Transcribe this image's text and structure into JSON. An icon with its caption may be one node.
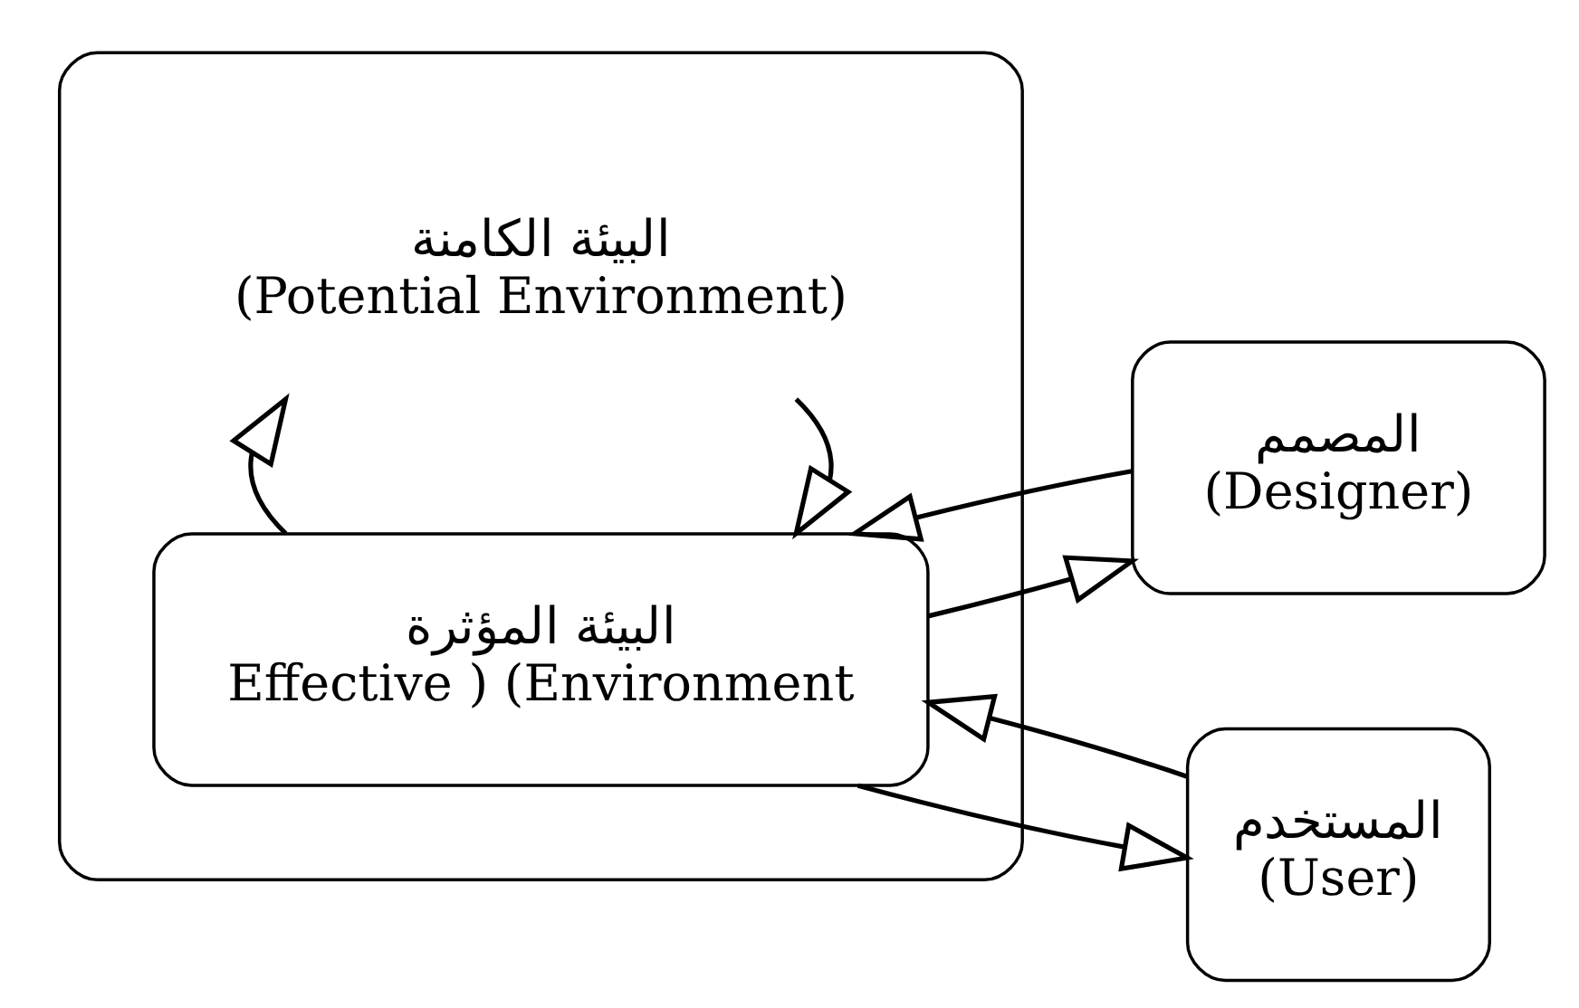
{
  "diagram": {
    "nodes": [
      {
        "text": [
          "البيئة الكامنة",
          "(Potential Environment)"
        ]
      },
      {
        "text": [
          "البيئة المؤثرة",
          "Effective ) (Environment"
        ],
        "in": 0
      },
      {
        "text": [
          "المصمم",
          "(Designer)"
        ]
      },
      {
        "text": [
          "المستخدم",
          "(User)"
        ]
      }
    ],
    "edges": [
      {
        "from": 1,
        "to": 2,
        "arrow": "to"
      },
      {
        "from": 2,
        "to": 1,
        "arrow": "to"
      },
      {
        "from": 3,
        "to": 1,
        "arrow": "to"
      },
      {
        "from": 1,
        "to": 3,
        "arrow": "to"
      },
      {
        "from": 0,
        "to": 1,
        "arrow": "to"
      },
      {
        "from": 1,
        "to": 0,
        "arrow": "to"
      }
    ]
  }
}
